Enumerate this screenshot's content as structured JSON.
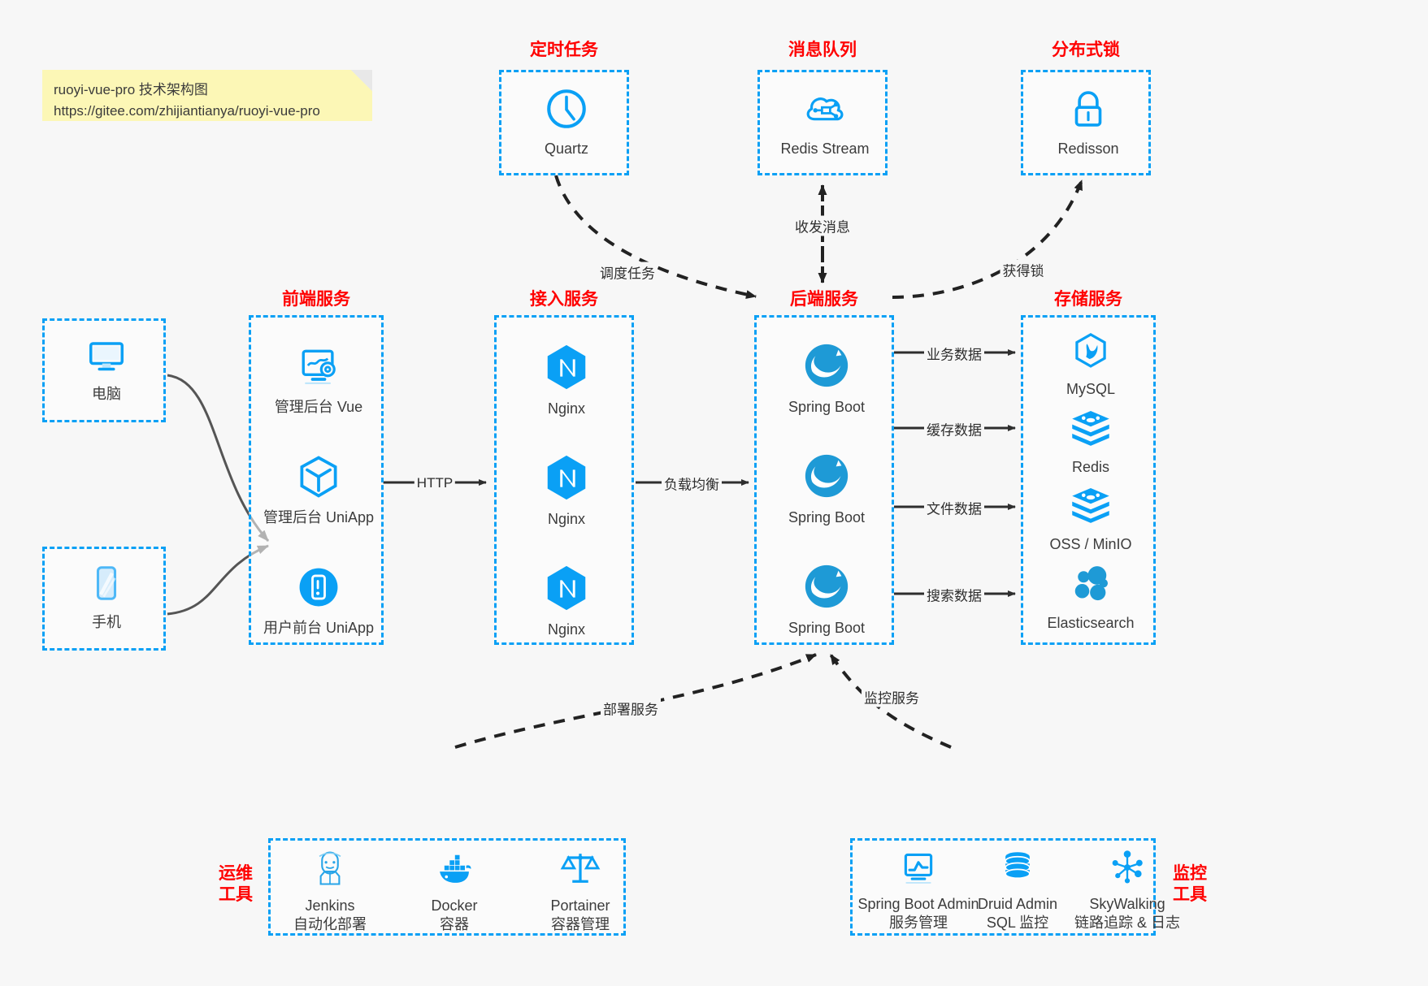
{
  "note": {
    "line1": "ruoyi-vue-pro 技术架构图",
    "line2": "https://gitee.com/zhijiantianya/ruoyi-vue-pro"
  },
  "colors": {
    "accent": "#0aa0f5",
    "title": "#ff0000",
    "edge": "#2e2e2e",
    "client_edge": "#555555",
    "background": "#f7f7f7",
    "note_bg": "#fcf7b6"
  },
  "groups": {
    "scheduler": {
      "title": "定时任务",
      "nodes": [
        {
          "label": "Quartz",
          "icon": "clock-icon"
        }
      ]
    },
    "mq": {
      "title": "消息队列",
      "nodes": [
        {
          "label": "Redis Stream",
          "icon": "cloud-network-icon"
        }
      ]
    },
    "lock": {
      "title": "分布式锁",
      "nodes": [
        {
          "label": "Redisson",
          "icon": "lock-icon"
        }
      ]
    },
    "clients": {
      "nodes": [
        {
          "label": "电脑",
          "icon": "monitor-icon"
        },
        {
          "label": "手机",
          "icon": "phone-icon"
        }
      ]
    },
    "frontend": {
      "title": "前端服务",
      "nodes": [
        {
          "label": "管理后台 Vue",
          "icon": "dashboard-gear-icon"
        },
        {
          "label": "管理后台 UniApp",
          "icon": "cube-icon"
        },
        {
          "label": "用户前台 UniApp",
          "icon": "mobile-app-icon"
        }
      ]
    },
    "gateway": {
      "title": "接入服务",
      "nodes": [
        {
          "label": "Nginx",
          "icon": "nginx-icon"
        },
        {
          "label": "Nginx",
          "icon": "nginx-icon"
        },
        {
          "label": "Nginx",
          "icon": "nginx-icon"
        }
      ]
    },
    "backend": {
      "title": "后端服务",
      "nodes": [
        {
          "label": "Spring Boot",
          "icon": "spring-boot-icon"
        },
        {
          "label": "Spring Boot",
          "icon": "spring-boot-icon"
        },
        {
          "label": "Spring Boot",
          "icon": "spring-boot-icon"
        }
      ]
    },
    "storage": {
      "title": "存储服务",
      "nodes": [
        {
          "label": "MySQL",
          "icon": "mysql-icon"
        },
        {
          "label": "Redis",
          "icon": "redis-icon"
        },
        {
          "label": "OSS / MinIO",
          "icon": "oss-minio-icon"
        },
        {
          "label": "Elasticsearch",
          "icon": "elasticsearch-icon"
        }
      ]
    },
    "devops": {
      "title": "运维\n工具",
      "title_l1": "运维",
      "title_l2": "工具",
      "nodes": [
        {
          "label": "Jenkins",
          "sub": "自动化部署",
          "icon": "jenkins-icon"
        },
        {
          "label": "Docker",
          "sub": "容器",
          "icon": "docker-icon"
        },
        {
          "label": "Portainer",
          "sub": "容器管理",
          "icon": "scales-icon"
        }
      ]
    },
    "monitor": {
      "title_l1": "监控",
      "title_l2": "工具",
      "nodes": [
        {
          "label": "Spring Boot Admin",
          "sub": "服务管理",
          "icon": "monitor-chart-icon"
        },
        {
          "label": "Druid Admin",
          "sub": "SQL 监控",
          "icon": "database-icon"
        },
        {
          "label": "SkyWalking",
          "sub": "链路追踪 & 日志",
          "icon": "skywalking-icon"
        }
      ]
    }
  },
  "edges": [
    {
      "label": "调度任务",
      "from": "scheduler",
      "to": "backend",
      "style": "dashed"
    },
    {
      "label": "收发消息",
      "from": "backend",
      "to": "mq",
      "style": "dashed-bidir"
    },
    {
      "label": "获得锁",
      "from": "backend",
      "to": "lock",
      "style": "dashed"
    },
    {
      "label": "HTTP",
      "from": "frontend",
      "to": "gateway",
      "style": "solid"
    },
    {
      "label": "负载均衡",
      "from": "gateway",
      "to": "backend",
      "style": "solid"
    },
    {
      "label": "业务数据",
      "from": "backend",
      "to": "mysql",
      "style": "solid"
    },
    {
      "label": "缓存数据",
      "from": "backend",
      "to": "redis",
      "style": "solid"
    },
    {
      "label": "文件数据",
      "from": "backend",
      "to": "oss",
      "style": "solid"
    },
    {
      "label": "搜索数据",
      "from": "backend",
      "to": "elasticsearch",
      "style": "solid"
    },
    {
      "label": "部署服务",
      "from": "devops",
      "to": "backend",
      "style": "dashed"
    },
    {
      "label": "监控服务",
      "from": "monitor",
      "to": "backend",
      "style": "dashed"
    }
  ]
}
